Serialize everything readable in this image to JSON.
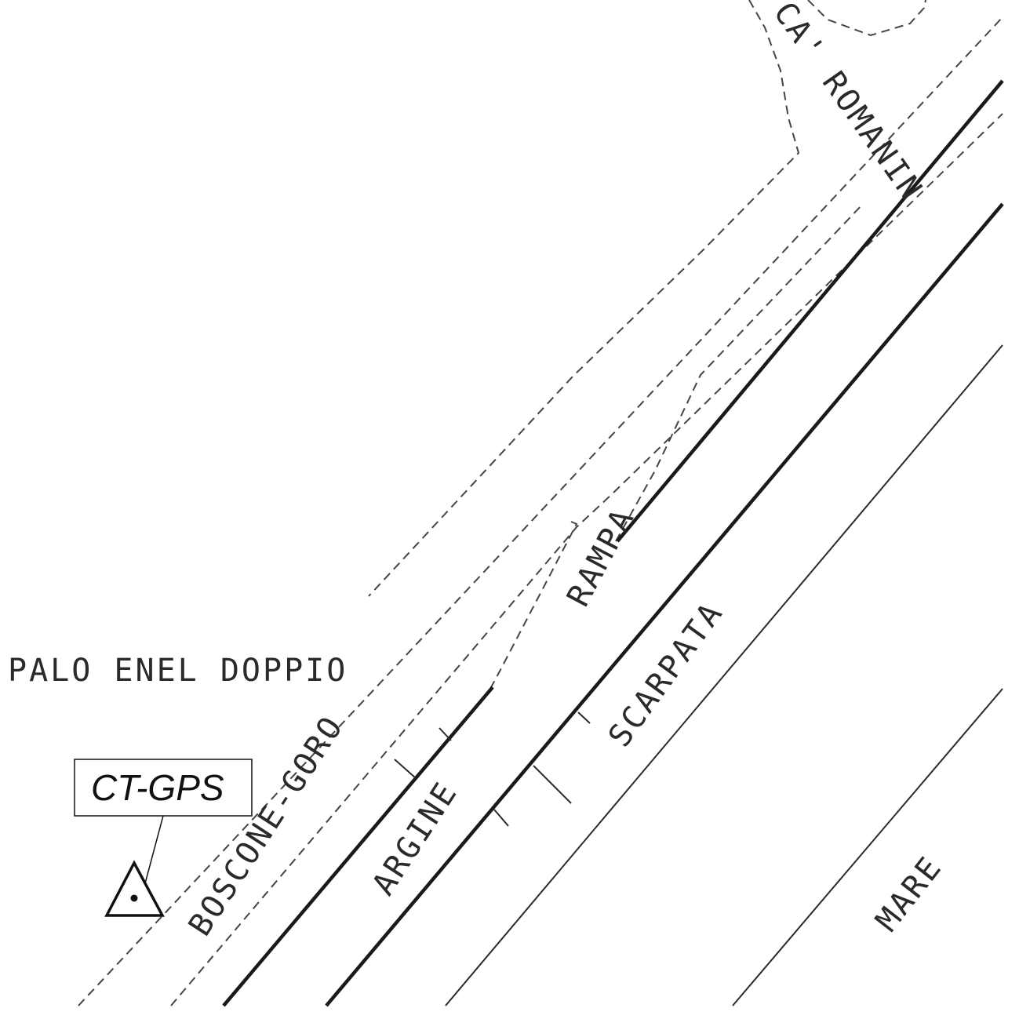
{
  "labels": {
    "palo": "PALO ENEL DOPPIO",
    "boscone": "BOSCONE-GORO",
    "argine": "ARGINE",
    "rampa": "RAMPA",
    "scarpata": "SCARPATA",
    "mare": "MARE",
    "ca_romanin": "CA' ROMANIN",
    "gps": "CT-GPS"
  },
  "symbols": {
    "gps_marker": "triangle-dot-icon"
  },
  "colors": {
    "line": "#1a1a1a",
    "dashed": "#444444",
    "background": "#ffffff"
  }
}
